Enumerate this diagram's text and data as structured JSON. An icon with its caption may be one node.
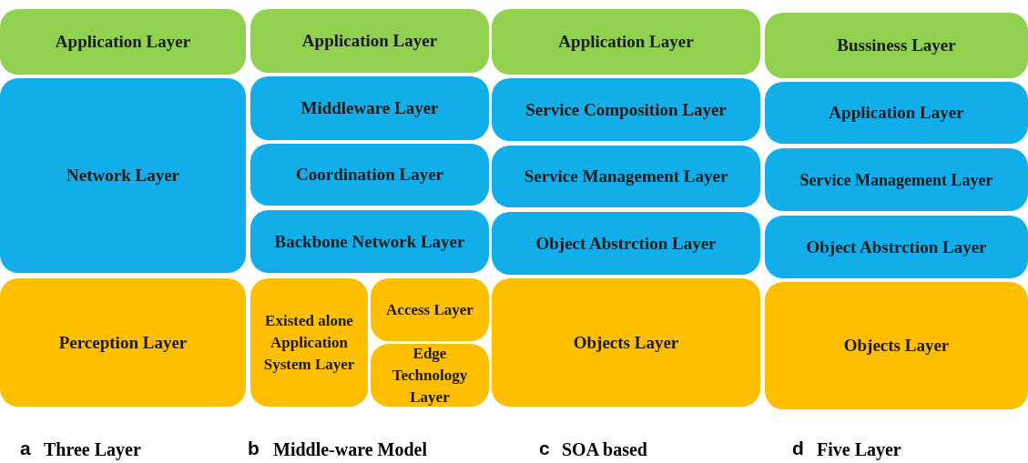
{
  "diagram": {
    "nodes": [
      {
        "text": [
          "Application Layer"
        ]
      },
      {
        "text": [
          "Network Layer"
        ]
      },
      {
        "text": [
          "Perception Layer"
        ]
      },
      {
        "text": [
          "Application Layer"
        ]
      },
      {
        "text": [
          "Middleware Layer"
        ]
      },
      {
        "text": [
          "Coordination Layer"
        ]
      },
      {
        "text": [
          "Backbone Network Layer"
        ]
      },
      {
        "text": [
          "Existed alone Application System Layer"
        ]
      },
      {
        "text": [
          "Access Layer"
        ]
      },
      {
        "text": [
          "Edge Technology Layer"
        ]
      },
      {
        "text": [
          "Application Layer"
        ]
      },
      {
        "text": [
          "Service Composition Layer"
        ]
      },
      {
        "text": [
          "Service Management Layer"
        ]
      },
      {
        "text": [
          "Object Abstrction Layer"
        ]
      },
      {
        "text": [
          "Objects Layer"
        ]
      },
      {
        "text": [
          "Bussiness Layer"
        ]
      },
      {
        "text": [
          "Application Layer"
        ]
      },
      {
        "text": [
          "Service Management Layer"
        ]
      },
      {
        "text": [
          "Object Abstrction Layer"
        ]
      },
      {
        "text": [
          "Objects Layer"
        ]
      }
    ],
    "labels": [
      "a",
      "Three Layer",
      "b",
      "Middle-ware Model",
      "c",
      "SOA based",
      "d",
      "Five Layer"
    ]
  }
}
